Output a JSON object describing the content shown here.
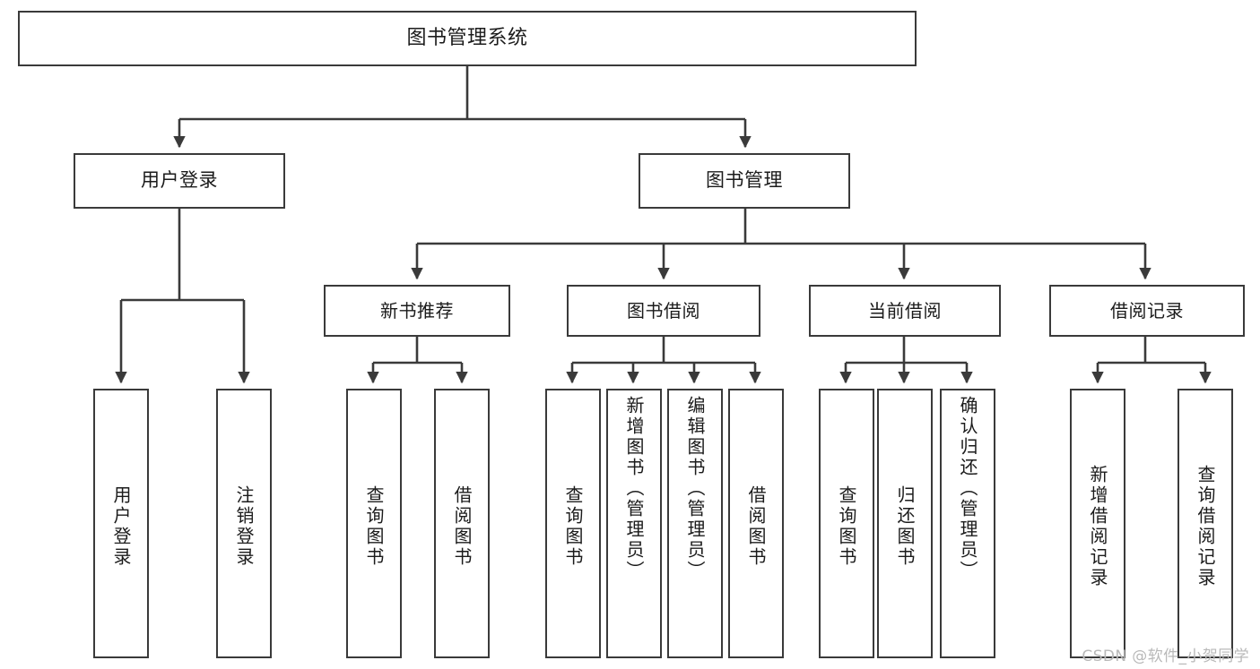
{
  "diagram": {
    "title": "图书管理系统",
    "type": "tree",
    "watermark": "CSDN @软件_小贺同学",
    "stroke_color": "#3a3a3a",
    "fill_color": "#ffffff",
    "text_color": "#1b1b1b"
  },
  "nodes": {
    "root": {
      "label": "图书管理系统"
    },
    "level2": [
      {
        "id": "user-login",
        "label": "用户登录"
      },
      {
        "id": "book-manage",
        "label": "图书管理"
      }
    ],
    "level3": [
      {
        "id": "new-book-recommend",
        "label": "新书推荐"
      },
      {
        "id": "book-borrow",
        "label": "图书借阅"
      },
      {
        "id": "current-borrow",
        "label": "当前借阅"
      },
      {
        "id": "borrow-record",
        "label": "借阅记录"
      }
    ],
    "leaves": {
      "user_login": [
        {
          "id": "leaf-user-login",
          "label": "用户登录"
        },
        {
          "id": "leaf-logout-login",
          "label": "注销登录"
        }
      ],
      "new_book_recommend": [
        {
          "id": "leaf-query-book-1",
          "label": "查询图书"
        },
        {
          "id": "leaf-borrow-book-1",
          "label": "借阅图书"
        }
      ],
      "book_borrow": [
        {
          "id": "leaf-query-book-2",
          "label": "查询图书"
        },
        {
          "id": "leaf-add-book",
          "label": "新增图书（管理员）"
        },
        {
          "id": "leaf-edit-book",
          "label": "编辑图书（管理员）"
        },
        {
          "id": "leaf-borrow-book-2",
          "label": "借阅图书"
        }
      ],
      "current_borrow": [
        {
          "id": "leaf-query-book-3",
          "label": "查询图书"
        },
        {
          "id": "leaf-return-book",
          "label": "归还图书"
        },
        {
          "id": "leaf-confirm-return",
          "label": "确认归还（管理员）"
        }
      ],
      "borrow_record": [
        {
          "id": "leaf-add-record",
          "label": "新增借阅记录"
        },
        {
          "id": "leaf-query-record",
          "label": "查询借阅记录"
        }
      ]
    }
  }
}
